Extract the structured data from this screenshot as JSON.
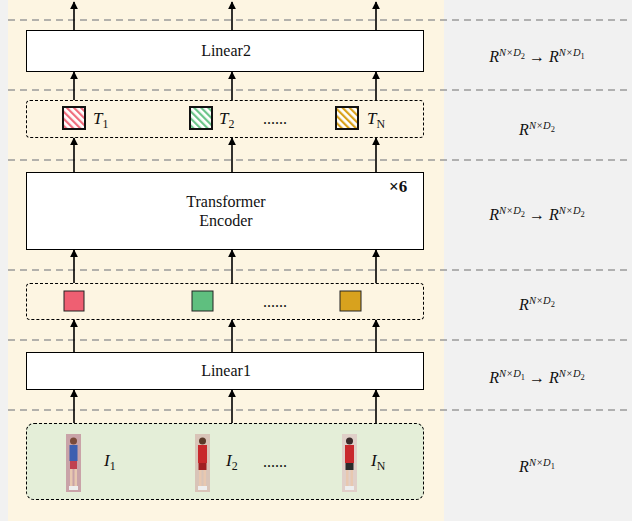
{
  "diagram": {
    "nodes": [
      {
        "text": [
          "Linear2"
        ]
      },
      {
        "text": [
          "T1",
          "T2",
          "......",
          "TN"
        ]
      },
      {
        "text": [
          "Transformer Encoder",
          "×6"
        ]
      },
      {
        "text": [
          "......"
        ]
      },
      {
        "text": [
          "Linear1"
        ]
      },
      {
        "text": [
          "I1",
          "I2",
          "......",
          "IN"
        ]
      }
    ],
    "edges": [
      {
        "from": 5,
        "to": 4,
        "arrow": "to"
      },
      {
        "from": 5,
        "to": 4,
        "arrow": "to"
      },
      {
        "from": 5,
        "to": 4,
        "arrow": "to"
      },
      {
        "from": 4,
        "to": 3,
        "arrow": "to"
      },
      {
        "from": 4,
        "to": 3,
        "arrow": "to"
      },
      {
        "from": 4,
        "to": 3,
        "arrow": "to"
      },
      {
        "from": 3,
        "to": 2,
        "arrow": "to"
      },
      {
        "from": 3,
        "to": 2,
        "arrow": "to"
      },
      {
        "from": 3,
        "to": 2,
        "arrow": "to"
      },
      {
        "from": 2,
        "to": 1,
        "arrow": "to"
      },
      {
        "from": 2,
        "to": 1,
        "arrow": "to"
      },
      {
        "from": 2,
        "to": 1,
        "arrow": "to"
      },
      {
        "from": 1,
        "to": 0,
        "arrow": "to"
      },
      {
        "from": 1,
        "to": 0,
        "arrow": "to"
      },
      {
        "from": 1,
        "to": 0,
        "arrow": "to"
      }
    ],
    "labels": [
      "RN×D2 → RN×D1",
      "RN×D2",
      "RN×D2 → RN×D2",
      "RN×D2",
      "RN×D1 → RN×D2",
      "RN×D1"
    ]
  }
}
